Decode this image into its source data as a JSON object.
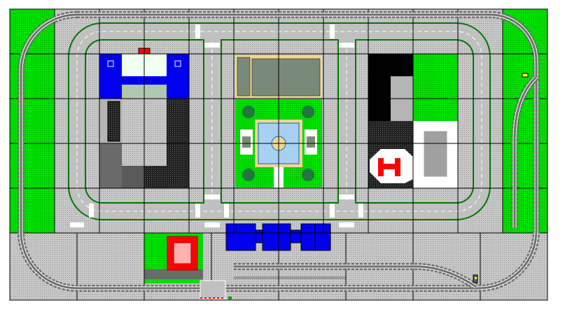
{
  "layout": {
    "colors": {
      "baseplate": "#b4b4b4",
      "road": "#c0c0c0",
      "road_edge": "#007800",
      "grass": "#00e000",
      "track_sleeper": "#6e6e6e",
      "track_rail": "#ffffff",
      "grid": "#000000",
      "blue_building": "#0000ee",
      "red_accent": "#ff0000",
      "tan_building": "#f0d890",
      "roof_green": "#7a8a78",
      "park_green": "#00e000",
      "fountain_water": "#a8d0f0",
      "hospital_black": "#000000",
      "hospital_white": "#ffffff",
      "signal_yellow": "#ffff00"
    },
    "elements": [
      "outer-train-track-loop",
      "inner-siding-track",
      "road-loop",
      "blue-building",
      "parking-garage",
      "park-with-fountain",
      "tan-building",
      "hospital",
      "train-station",
      "level-crossing",
      "train-signal"
    ]
  }
}
